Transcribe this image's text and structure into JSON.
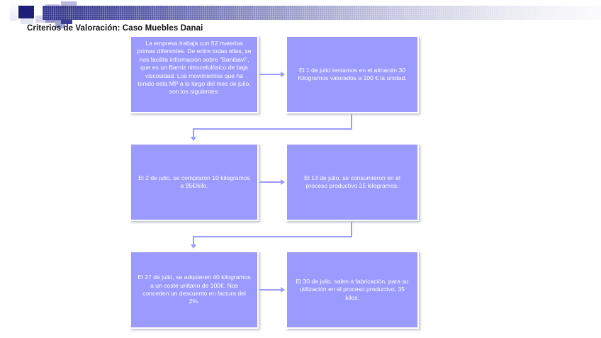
{
  "slide": {
    "title": "Criterios de Valoración: Caso Muebles Danai",
    "accent_color": "#9a9aff",
    "band_dark_color": "#2e2f86",
    "text_color": "#ffffff"
  },
  "flow": {
    "type": "flowchart",
    "nodes": [
      {
        "id": "node-1",
        "order": 1,
        "text": "La empresa trabaja con 52 materias primas diferentes. De entre todas ellas, se nos facilita información sobre \"Banibavi\", que es un Barniz nitrocelulósico de baja viscosidad. Los movimientos que ha tenido esta MP a lo largo del mes de julio, son los siguientes:"
      },
      {
        "id": "node-2",
        "order": 2,
        "text": "El 1 de julio teníamos en el almacén 30 Kilogramos valorados a 100 € la unidad."
      },
      {
        "id": "node-3",
        "order": 3,
        "text": "El 2 de julio, se compraron 10 kilogramos a 95€/kilo."
      },
      {
        "id": "node-4",
        "order": 4,
        "text": "El 13 de julio, se consumieron en el proceso productivo 25 kilogramos."
      },
      {
        "id": "node-5",
        "order": 5,
        "text": "El 27 de julio, se adquieren 40 kilogramos a un coste unitario de 100€. Nos conceden un descuento en factura del 2%."
      },
      {
        "id": "node-6",
        "order": 6,
        "text": "El 30 de julio, salen a fabricación, para su utilización en el proceso productivo, 35 kilos."
      }
    ],
    "connectors": [
      {
        "from": "node-1",
        "to": "node-2",
        "shape": "straight-right"
      },
      {
        "from": "node-2",
        "to": "node-3",
        "shape": "elbow-down-left"
      },
      {
        "from": "node-3",
        "to": "node-4",
        "shape": "straight-right"
      },
      {
        "from": "node-4",
        "to": "node-5",
        "shape": "elbow-down-left"
      },
      {
        "from": "node-5",
        "to": "node-6",
        "shape": "straight-right"
      }
    ]
  }
}
